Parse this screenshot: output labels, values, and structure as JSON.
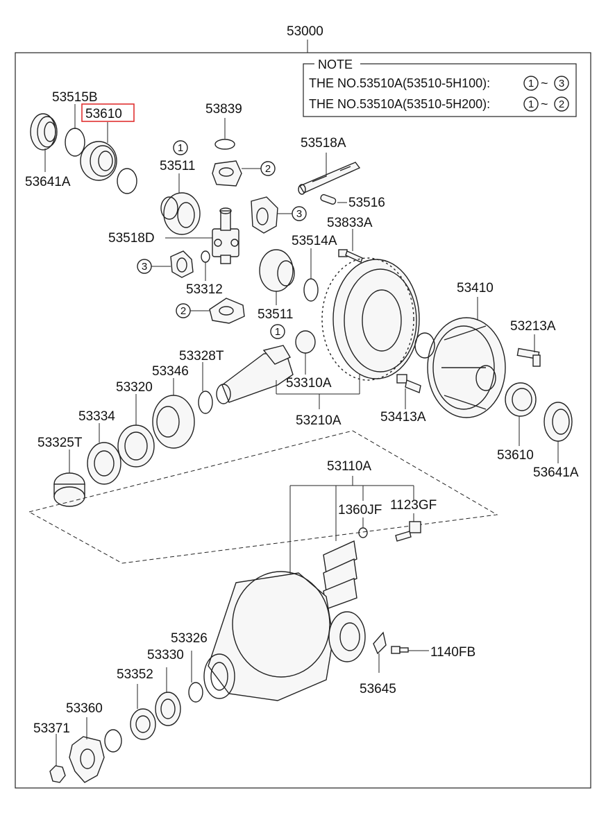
{
  "assembly_number": "53000",
  "highlight_color": "#e03030",
  "note": {
    "title": "NOTE",
    "line1_prefix": "THE NO.53510A(53510-5H100):",
    "line1_from": "1",
    "line1_sep": "~",
    "line1_to": "3",
    "line2_prefix": "THE NO.53510A(53510-5H200):",
    "line2_from": "1",
    "line2_sep": "~",
    "line2_to": "2"
  },
  "labels": {
    "p53515B": "53515B",
    "p53610_top": "53610",
    "p53641A_top": "53641A",
    "p53839": "53839",
    "p53511_top": "53511",
    "p53518A": "53518A",
    "p53516": "53516",
    "p53518D": "53518D",
    "p53833A": "53833A",
    "p53514A": "53514A",
    "p53312": "53312",
    "p53511_mid": "53511",
    "p53410": "53410",
    "p53213A": "53213A",
    "p53328T": "53328T",
    "p53346": "53346",
    "p53320": "53320",
    "p53310A": "53310A",
    "p53334": "53334",
    "p53413A": "53413A",
    "p53210A": "53210A",
    "p53325T": "53325T",
    "p53610_right": "53610",
    "p53641A_right": "53641A",
    "p53110A": "53110A",
    "p1360JF": "1360JF",
    "p1123GF": "1123GF",
    "p53326": "53326",
    "p53330": "53330",
    "p1140FB": "1140FB",
    "p53352": "53352",
    "p53360": "53360",
    "p53645": "53645",
    "p53371": "53371"
  },
  "circled_refs": {
    "c1_top": "1",
    "c2_top": "2",
    "c3_right": "3",
    "c3_left": "3",
    "c2_left": "2",
    "c1_mid": "1"
  }
}
